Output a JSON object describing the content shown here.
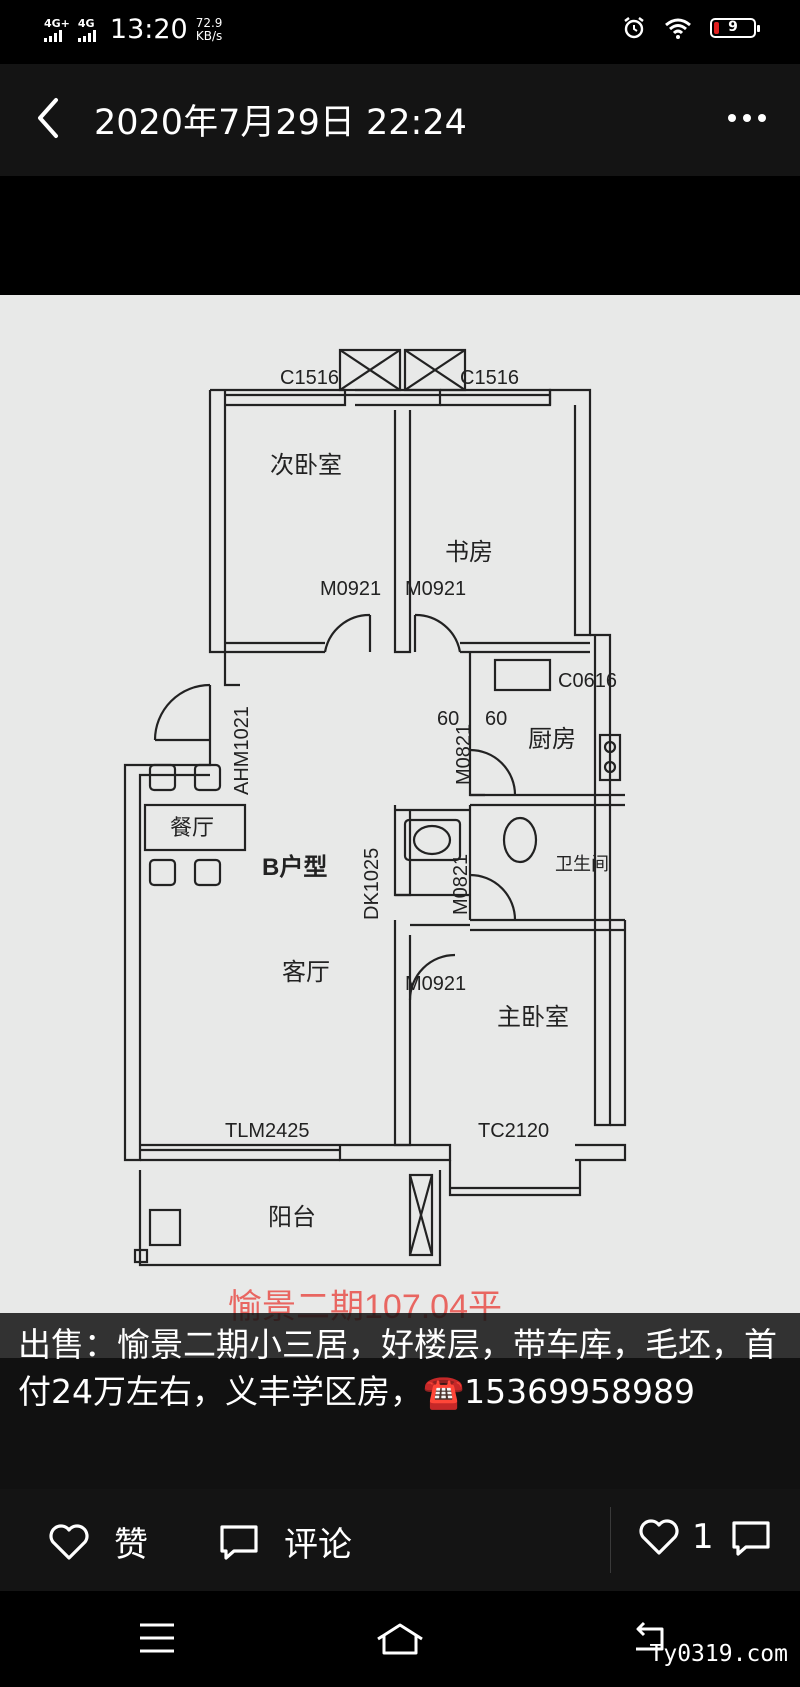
{
  "status_bar": {
    "net1": "4G+",
    "net2": "4G",
    "time": "13:20",
    "speed_value": "72.9",
    "speed_unit": "KB/s",
    "battery": "9"
  },
  "header": {
    "title": "2020年7月29日 22:24"
  },
  "floorplan": {
    "rooms": {
      "second_bedroom": "次卧室",
      "study": "书房",
      "kitchen": "厨房",
      "dining": "餐厅",
      "unit_type": "B户型",
      "living": "客厅",
      "bathroom": "卫生间",
      "master_bedroom": "主卧室",
      "balcony": "阳台"
    },
    "labels": {
      "window_left": "C1516",
      "window_right": "C1516",
      "door_bed2": "M0921",
      "door_study": "M0921",
      "kitchen_window": "C0616",
      "dim_left": "60",
      "dim_right": "60",
      "kitchen_door": "M0821",
      "entry_door": "AHM1021",
      "living_opening": "DK1025",
      "bath_door": "M0821",
      "master_door": "M0921",
      "balcony_door": "TLM2425",
      "master_window": "TC2120"
    },
    "stamp": "愉景二期107.04平"
  },
  "caption": {
    "text": "出售：愉景二期小三居，好楼层，带车库，毛坯，首付24万左右，义丰学区房，☎️15369958989"
  },
  "actions": {
    "like_label": "赞",
    "comment_label": "评论",
    "like_count": "1"
  },
  "navbar": {
    "watermark": "Ty0319.com"
  }
}
